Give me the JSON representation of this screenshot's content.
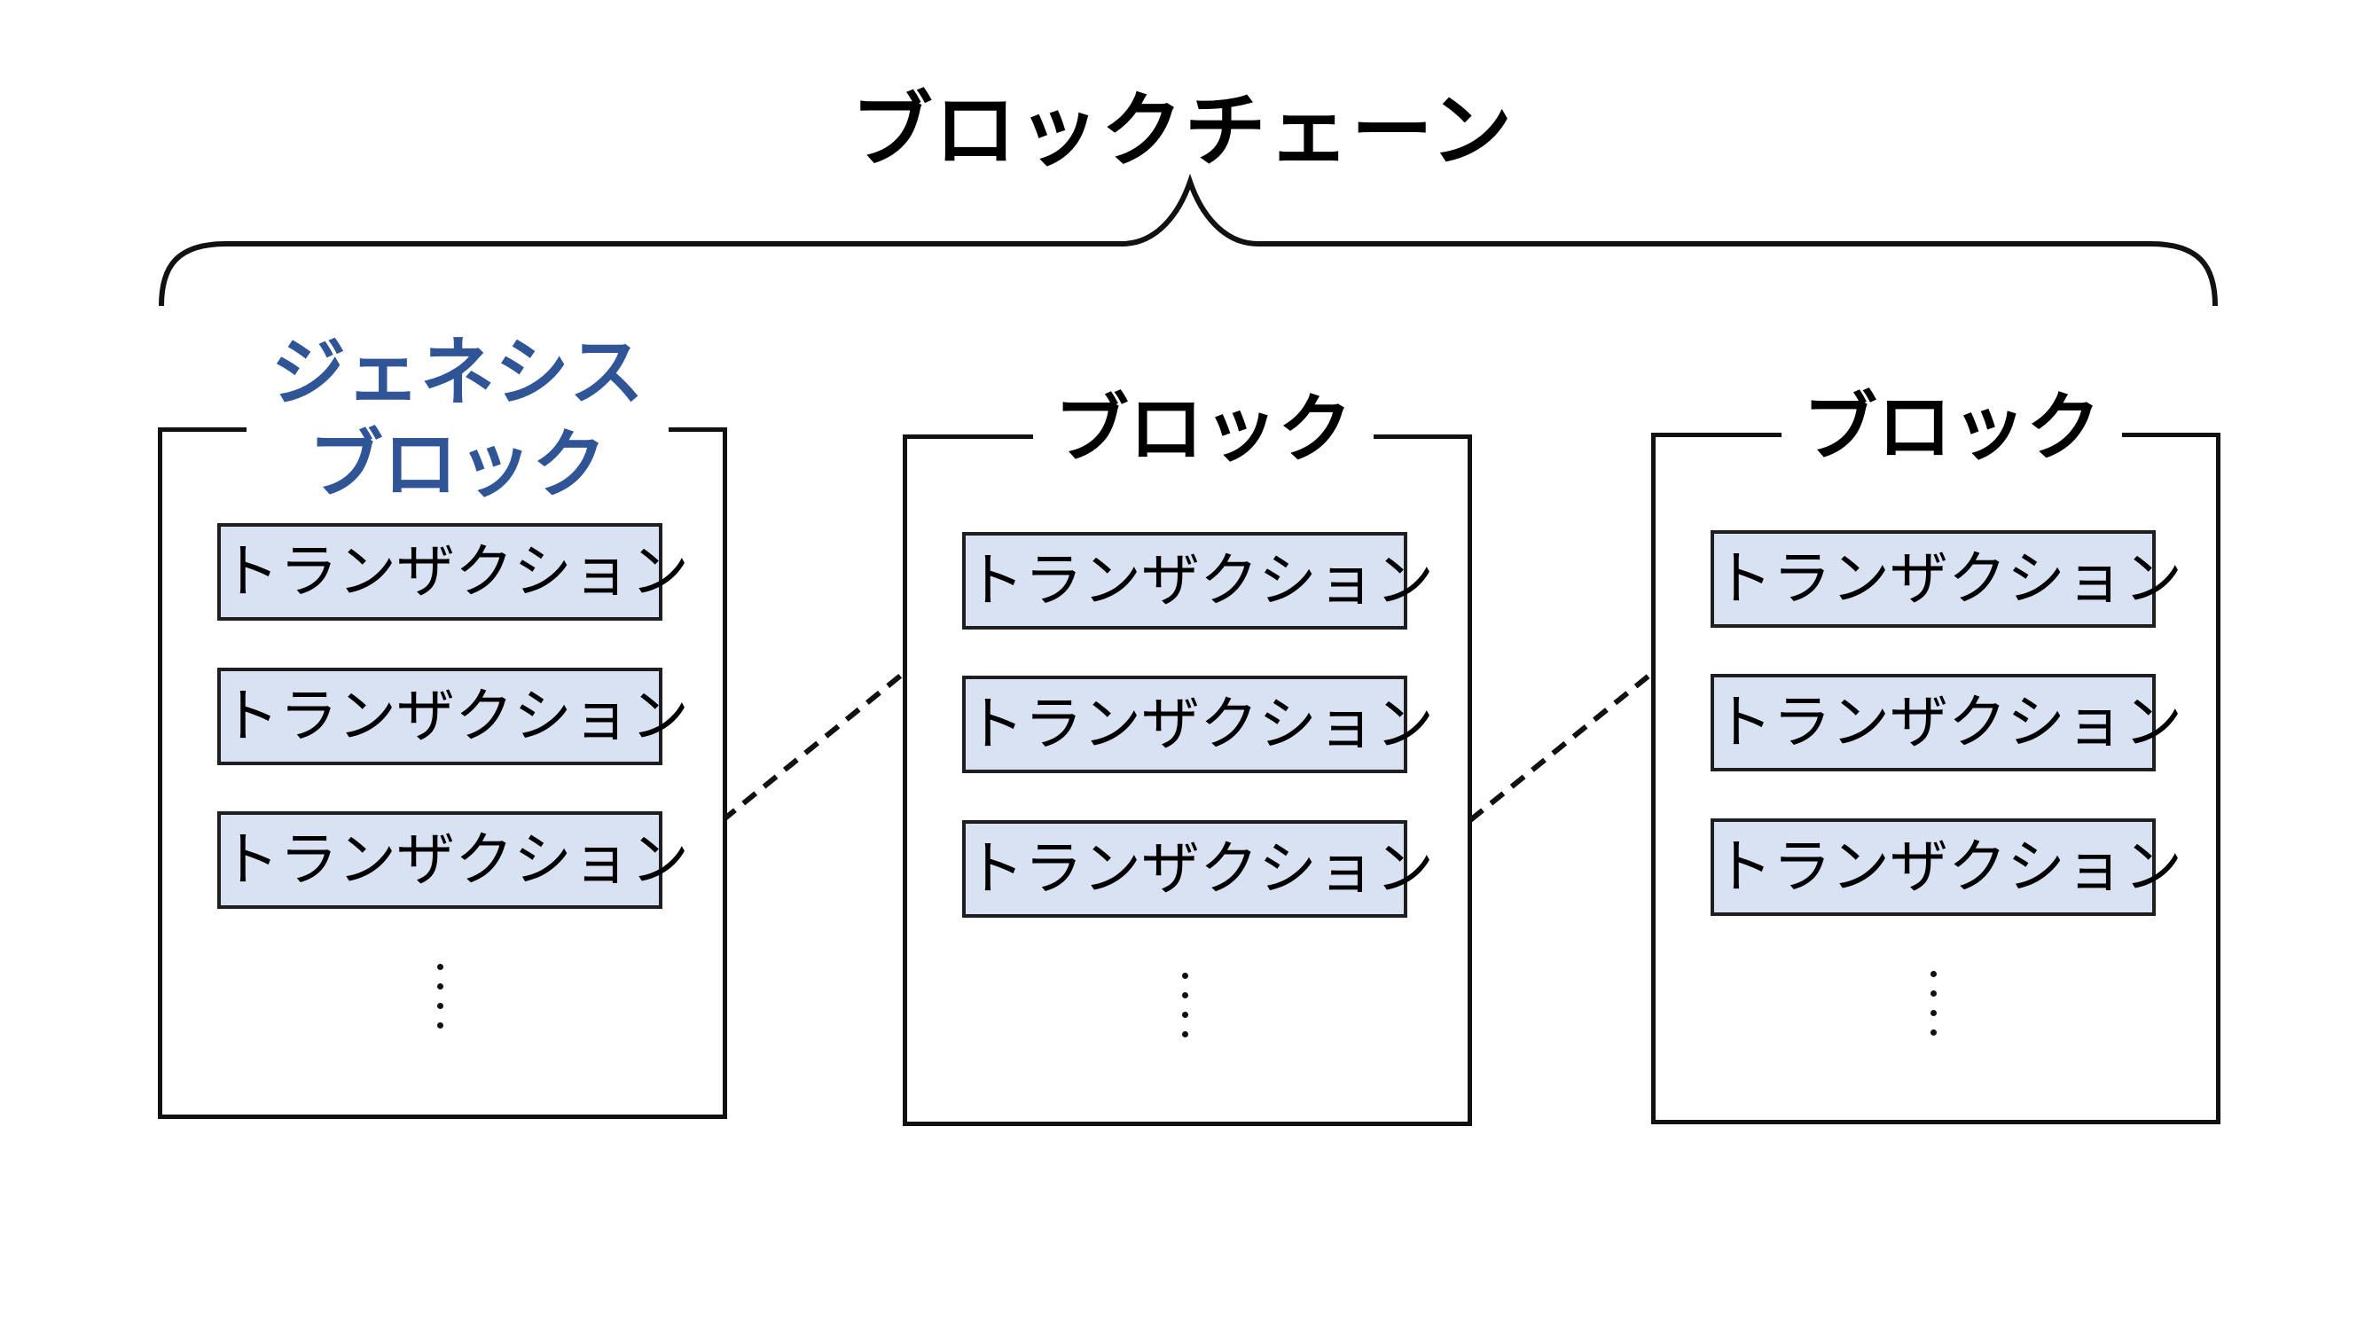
{
  "chain_title": "ブロックチェーン",
  "colors": {
    "genesis_label": "#2f5597",
    "block_label": "#000000",
    "transaction_fill": "#d9e2f3",
    "stroke": "#111111"
  },
  "blocks": [
    {
      "label_line1": "ジェネシス",
      "label_line2": "ブロック",
      "transactions": [
        "トランザクション",
        "トランザクション",
        "トランザクション"
      ]
    },
    {
      "label_line1": "ブロック",
      "transactions": [
        "トランザクション",
        "トランザクション",
        "トランザクション"
      ]
    },
    {
      "label_line1": "ブロック",
      "transactions": [
        "トランザクション",
        "トランザクション",
        "トランザクション"
      ]
    }
  ]
}
